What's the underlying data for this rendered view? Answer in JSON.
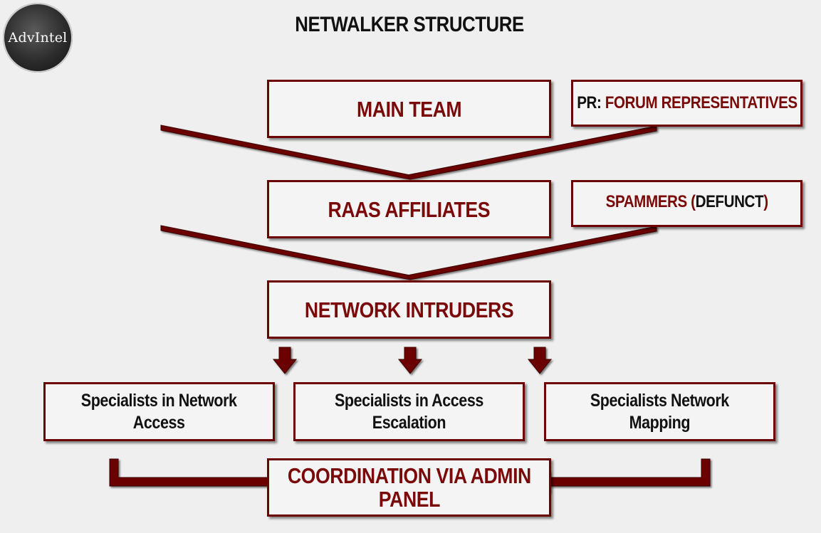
{
  "logo": {
    "text": "AdvIntel"
  },
  "title": "NETWALKER STRUCTURE",
  "nodes": {
    "main_team": "MAIN TEAM",
    "pr_prefix": "PR: ",
    "pr_label": "FORUM REPRESENTATIVES",
    "raas_affiliates": "RAAS AFFILIATES",
    "spammers_label": "SPAMMERS (",
    "spammers_status": "DEFUNCT",
    "spammers_close": ")",
    "network_intruders": "NETWORK INTRUDERS",
    "spec_access_line1": "Specialists in Network",
    "spec_access_line2": "Access",
    "spec_escalation_line1": "Specialists in Access",
    "spec_escalation_line2": "Escalation",
    "spec_mapping_line1": "Specialists Network",
    "spec_mapping_line2": "Mapping",
    "coordination_line1": "COORDINATION VIA ADMIN",
    "coordination_line2": "PANEL"
  },
  "colors": {
    "accent": "#7a0a0a",
    "border": "#6b0000",
    "background": "#efefef"
  }
}
